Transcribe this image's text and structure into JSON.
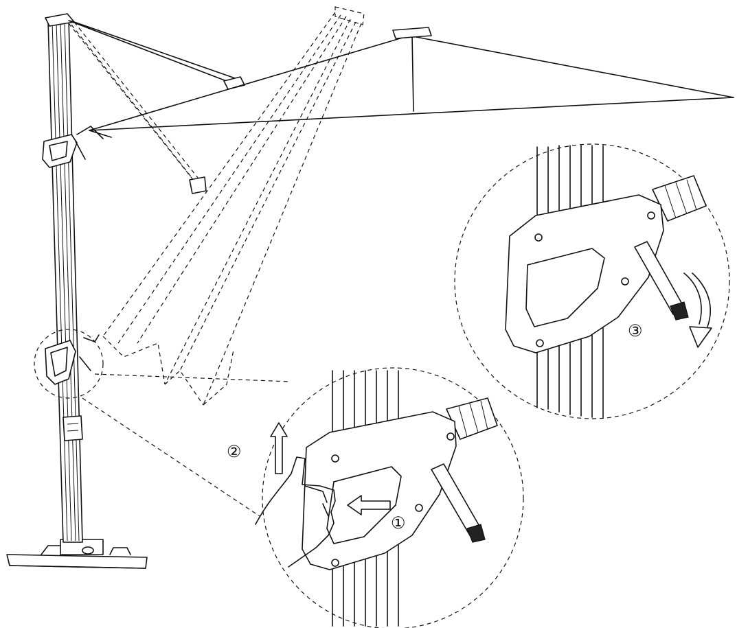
{
  "steps": [
    {
      "id": "step-1",
      "label": "①"
    },
    {
      "id": "step-2",
      "label": "②"
    },
    {
      "id": "step-3",
      "label": "③"
    }
  ]
}
